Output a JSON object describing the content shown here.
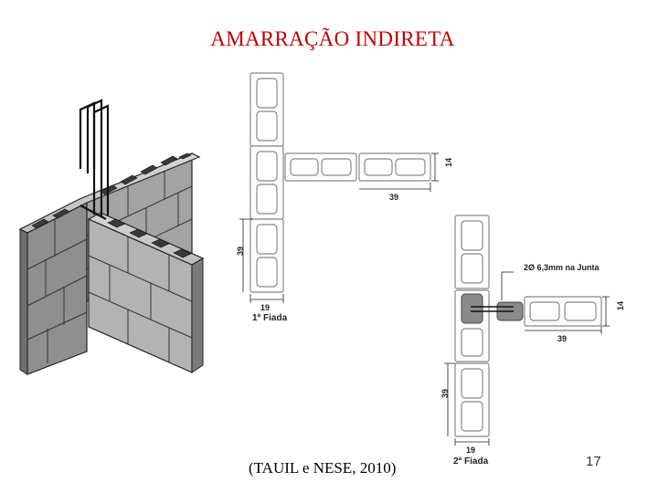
{
  "slide": {
    "title": "AMARRAÇÃO INDIRETA",
    "citation": "(TAUIL e NESE, 2010)",
    "page_number": "17"
  },
  "diagram": {
    "fiada1": {
      "label": "1ª Fiada",
      "dim_width": "14",
      "dim_length": "39",
      "dim_block_height": "39",
      "dim_block_width": "19"
    },
    "fiada2": {
      "label": "2ª Fiada",
      "rebar_note": "2Ø 6,3mm na Junta",
      "dim_width": "14",
      "dim_length": "39",
      "dim_block_height": "39",
      "dim_block_width": "19"
    }
  }
}
